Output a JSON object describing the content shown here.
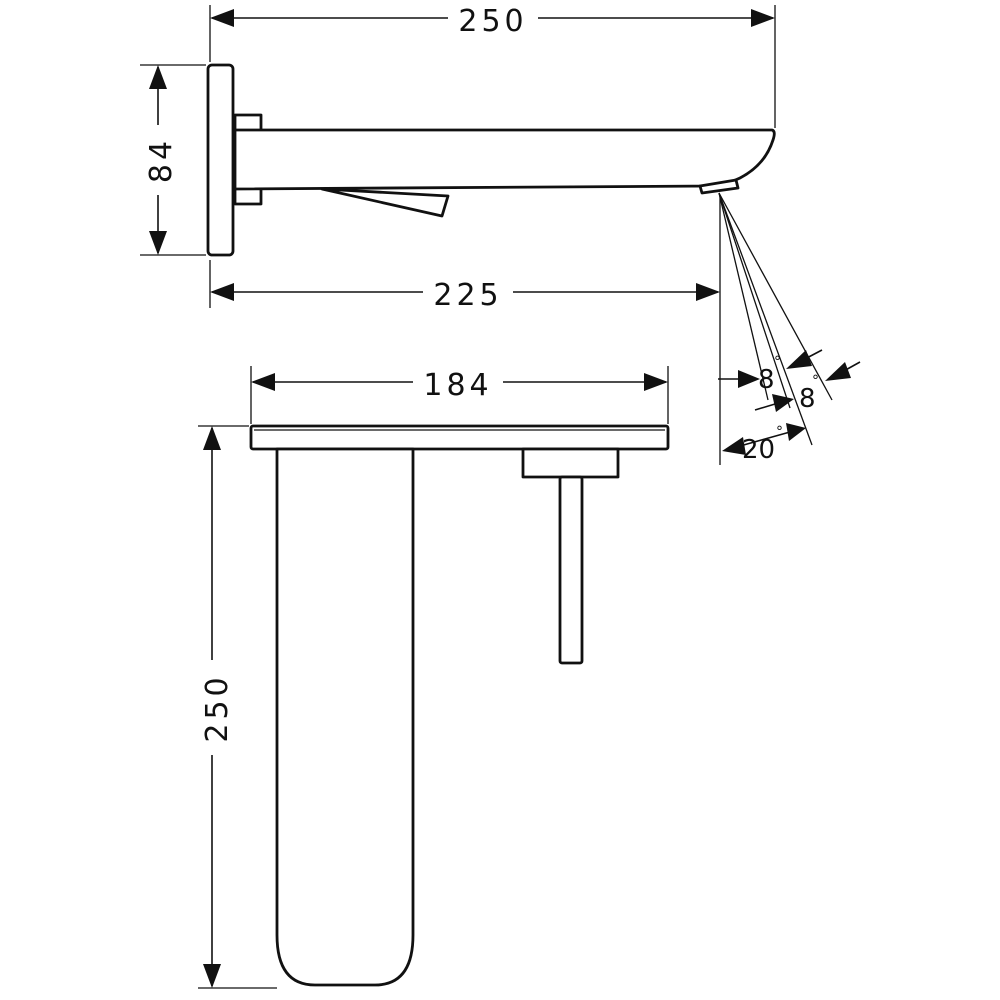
{
  "side_view": {
    "overall_length": "250",
    "height": "84",
    "reach": "225"
  },
  "top_view": {
    "plate_width": "184",
    "projection": "250"
  },
  "spray_angles": {
    "angle_a": "8",
    "angle_b": "8",
    "angle_total": "20",
    "degree_symbol": "°"
  }
}
